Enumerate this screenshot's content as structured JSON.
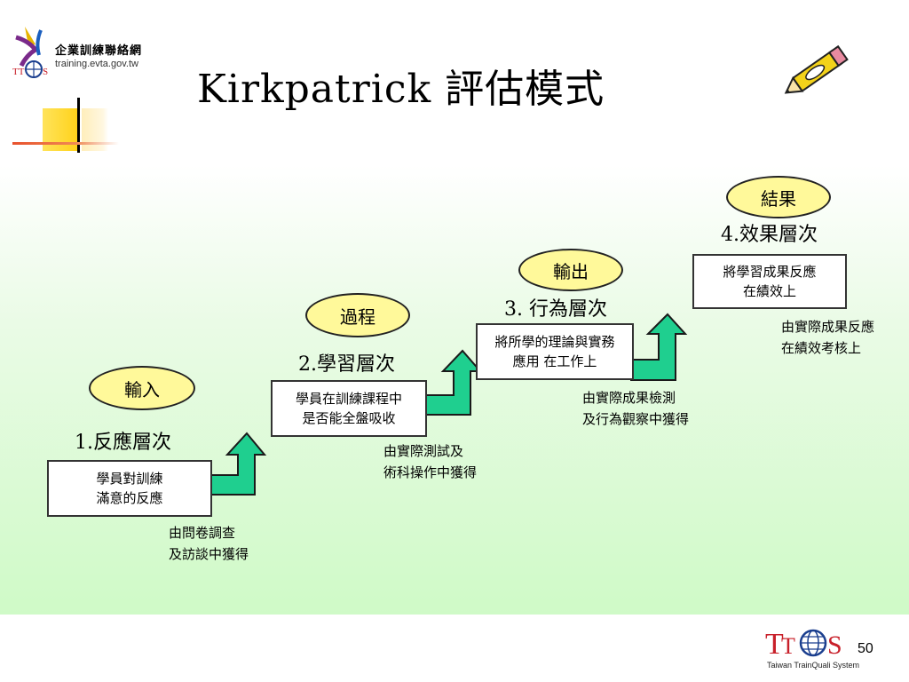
{
  "header": {
    "org_name": "企業訓練聯絡網",
    "org_url": "training.evta.gov.tw",
    "title": "Kirkpatrick 評估模式"
  },
  "levels": [
    {
      "phase": "輸入",
      "level_title": "1.反應層次",
      "box_lines": [
        "學員對訓練",
        "滿意的反應"
      ],
      "note_lines": [
        "由問卷調查",
        "及訪談中獲得"
      ]
    },
    {
      "phase": "過程",
      "level_title": "2.學習層次",
      "box_lines": [
        "學員在訓練課程中",
        "是否能全盤吸收"
      ],
      "note_lines": [
        "由實際測試及",
        "術科操作中獲得"
      ]
    },
    {
      "phase": "輸出",
      "level_title": "3. 行為層次",
      "box_lines": [
        "將所學的理論與實務",
        "應用 在工作上"
      ],
      "note_lines": [
        "由實際成果檢測",
        "及行為觀察中獲得"
      ]
    },
    {
      "phase": "結果",
      "level_title": "4.效果層次",
      "box_lines": [
        "將學習成果反應",
        "在績效上"
      ],
      "note_lines": [
        "由實際成果反應",
        "在績效考核上"
      ]
    }
  ],
  "footer": {
    "brand_logo_text": "TTQS",
    "brand_sub": "Taiwan TrainQuali System",
    "page_number": "50"
  },
  "colors": {
    "oval_fill": "#fff99a",
    "arrow_fill": "#1fcf8f",
    "panel_bottom": "#cffac7",
    "logo_blue": "#1b3f8f",
    "logo_red": "#c8202a"
  }
}
